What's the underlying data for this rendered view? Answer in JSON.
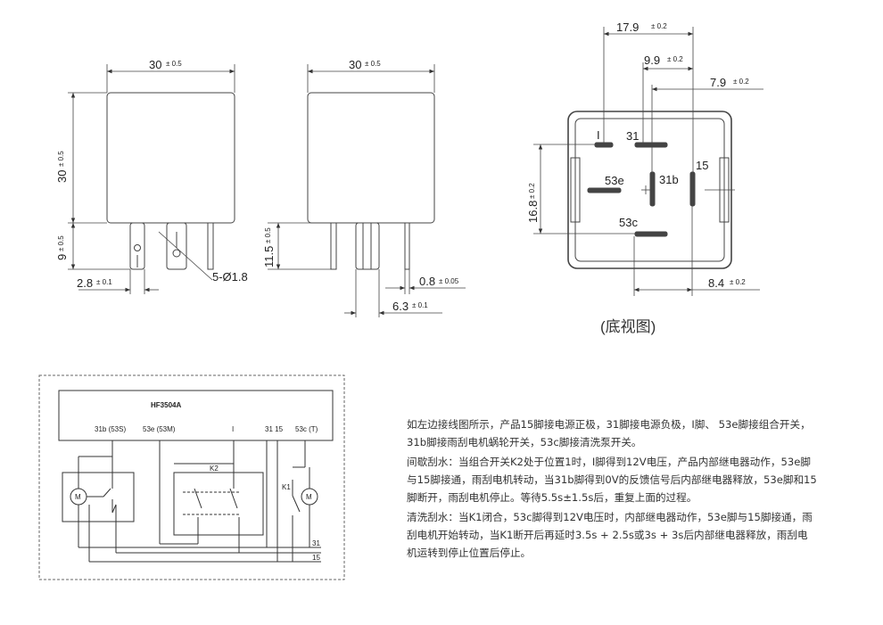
{
  "dimensions": {
    "front_width": "30",
    "front_width_tol": "± 0.5",
    "front_height": "30",
    "front_height_tol": "± 0.5",
    "front_pin_length": "9",
    "front_pin_tol": "± 0.5",
    "pin_offset": "2.8",
    "pin_offset_tol": "± 0.1",
    "pin_hole": "5-Ø1.8",
    "side_width": "30",
    "side_width_tol": "± 0.5",
    "side_pin_length": "11.5",
    "side_pin_tol": "± 0.5",
    "pin_thickness": "0.8",
    "pin_thickness_tol": "± 0.05",
    "pin_spacing": "6.3",
    "pin_spacing_tol": "± 0.1",
    "bottom_span": "17.9",
    "bottom_span_tol": "± 0.2",
    "bottom_mid": "9.9",
    "bottom_mid_tol": "± 0.2",
    "bottom_right": "7.9",
    "bottom_right_tol": "± 0.2",
    "bottom_height": "16.8",
    "bottom_height_tol": "± 0.2",
    "bottom_pin_offset": "8.4",
    "bottom_pin_offset_tol": "± 0.2"
  },
  "pins": {
    "i": "I",
    "p31": "31",
    "p53e": "53e",
    "p31b": "31b",
    "p15": "15",
    "p53c": "53c"
  },
  "bottom_view_label": "(底视图)",
  "circuit": {
    "model": "HF3504A",
    "t_31b": "31b (53S)",
    "t_53e": "53e (53M)",
    "t_i": "I",
    "t_31_15": "31 15",
    "t_53c": "53c (T)",
    "k2": "K2",
    "k1": "K1",
    "motor": "M",
    "bus_31": "31",
    "bus_15": "15"
  },
  "description": {
    "p1": "如左边接线图所示，产品15脚接电源正极，31脚接电源负极，I脚、 53e脚接组合开关，31b脚接雨刮电机蜗轮开关，53c脚接清洗泵开关。",
    "p2": "间歇刮水：当组合开关K2处于位置1时，I脚得到12V电压，产品内部继电器动作，53e脚与15脚接通，雨刮电机转动，当31b脚得到0V的反馈信号后内部继电器释放，53e脚和15脚断开，雨刮电机停止。等待5.5s±1.5s后，重复上面的过程。",
    "p3": "清洗刮水：当K1闭合，53c脚得到12V电压时，内部继电器动作，53e脚与15脚接通，雨刮电机开始转动，当K1断开后再延时3.5s + 2.5s或3s + 3s后内部继电器释放，雨刮电机运转到停止位置后停止。"
  }
}
